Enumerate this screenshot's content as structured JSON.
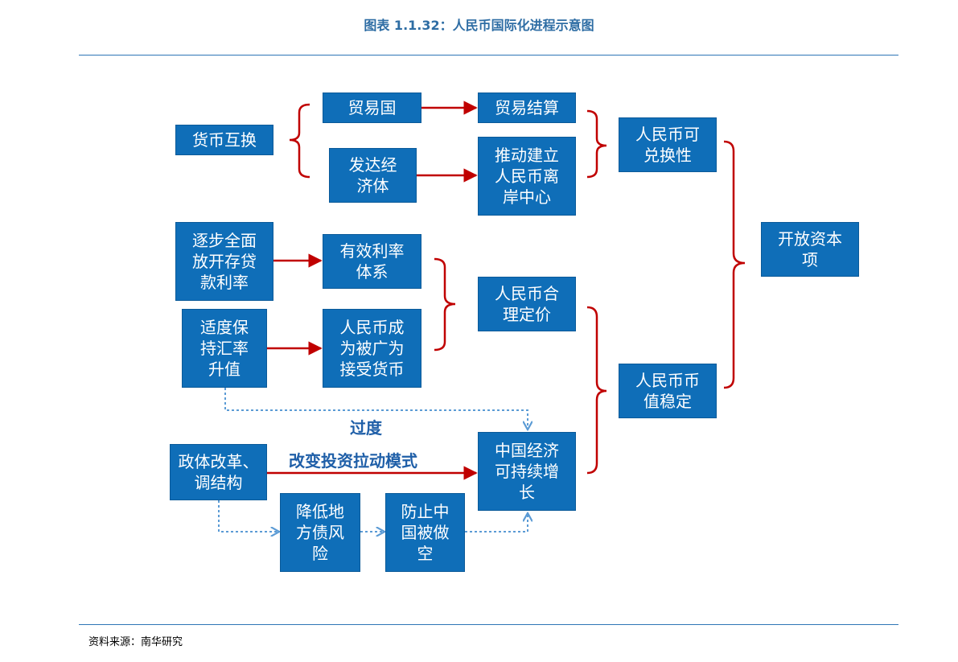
{
  "title": "图表 1.1.32：人民币国际化进程示意图",
  "source": "资料来源：南华研究",
  "colors": {
    "box": "#0F6EB8",
    "arrow": "#C00000",
    "dotted": "#5B9BD5",
    "text": "#1F5FA8"
  },
  "nodes": {
    "currency_swap": "货币互换",
    "trade_country": "贸易国",
    "developed_economy": "发达经\n济体",
    "trade_settlement": "贸易结算",
    "offshore_center": "推动建立\n人民币离\n岸中心",
    "convertibility": "人民币可\n兑换性",
    "capital_account": "开放资本\n项",
    "liberalize_rates": "逐步全面\n放开存贷\n款利率",
    "effective_rate_system": "有效利率\n体系",
    "moderate_appreciation": "适度保\n持汇率\n升值",
    "widely_accepted": "人民币成\n为被广为\n接受货币",
    "reasonable_pricing": "人民币合\n理定价",
    "value_stable": "人民币币\n值稳定",
    "political_reform": "政体改革、\n调结构",
    "reduce_debt_risk": "降低地\n方债风\n险",
    "prevent_shorting": "防止中\n国被做\n空",
    "sustainable_growth": "中国经济\n可持续增\n长"
  },
  "edge_labels": {
    "transition": "过度",
    "change_investment_model": "改变投资拉动模式"
  }
}
